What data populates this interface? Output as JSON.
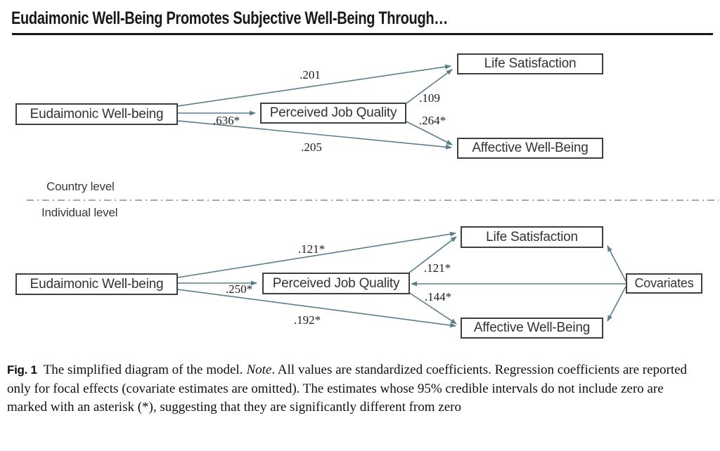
{
  "header": {
    "title": "Eudaimonic Well-Being Promotes Subjective Well-Being Through…"
  },
  "figure": {
    "country_level": {
      "section_label": "Country level",
      "nodes": [
        {
          "label": "Eudaimonic Well-being"
        },
        {
          "label": "Perceived Job Quality"
        },
        {
          "label": "Life Satisfaction"
        },
        {
          "label": "Affective Well-Being"
        }
      ],
      "coefficients": [
        {
          "edge": "eudaimonic-to-life-satisfaction",
          "value": ".201"
        },
        {
          "edge": "eudaimonic-to-job-quality",
          "value": ".636*"
        },
        {
          "edge": "job-quality-to-life-satisfaction",
          "value": ".109"
        },
        {
          "edge": "job-quality-to-affective-well-being",
          "value": ".264*"
        },
        {
          "edge": "eudaimonic-to-affective-well-being",
          "value": ".205"
        }
      ]
    },
    "individual_level": {
      "section_label": "Individual level",
      "nodes": [
        {
          "label": "Eudaimonic Well-being"
        },
        {
          "label": "Perceived Job Quality"
        },
        {
          "label": "Life Satisfaction"
        },
        {
          "label": "Affective Well-Being"
        },
        {
          "label": "Covariates"
        }
      ],
      "coefficients": [
        {
          "edge": "eudaimonic-to-life-satisfaction",
          "value": ".121*"
        },
        {
          "edge": "eudaimonic-to-job-quality",
          "value": ".250*"
        },
        {
          "edge": "job-quality-to-life-satisfaction",
          "value": ".121*"
        },
        {
          "edge": "job-quality-to-affective-well-being",
          "value": ".144*"
        },
        {
          "edge": "eudaimonic-to-affective-well-being",
          "value": ".192*"
        }
      ]
    }
  },
  "caption": {
    "label": "Fig. 1",
    "sentence_before_note": "The simplified diagram of the model.",
    "note_word": "Note",
    "text_after_note": ". All values are standardized coefficients. Regression coefficients are reported only for focal effects (covariate estimates are omitted). The estimates whose 95% credible intervals do not include zero are marked with an asterisk (*), suggesting that they are significantly different from zero"
  },
  "colors": {
    "arrow": "#5b7e8d",
    "box_border": "#3f3f3f",
    "header_rule": "#151515",
    "divider_line": "#8c8c8c"
  }
}
